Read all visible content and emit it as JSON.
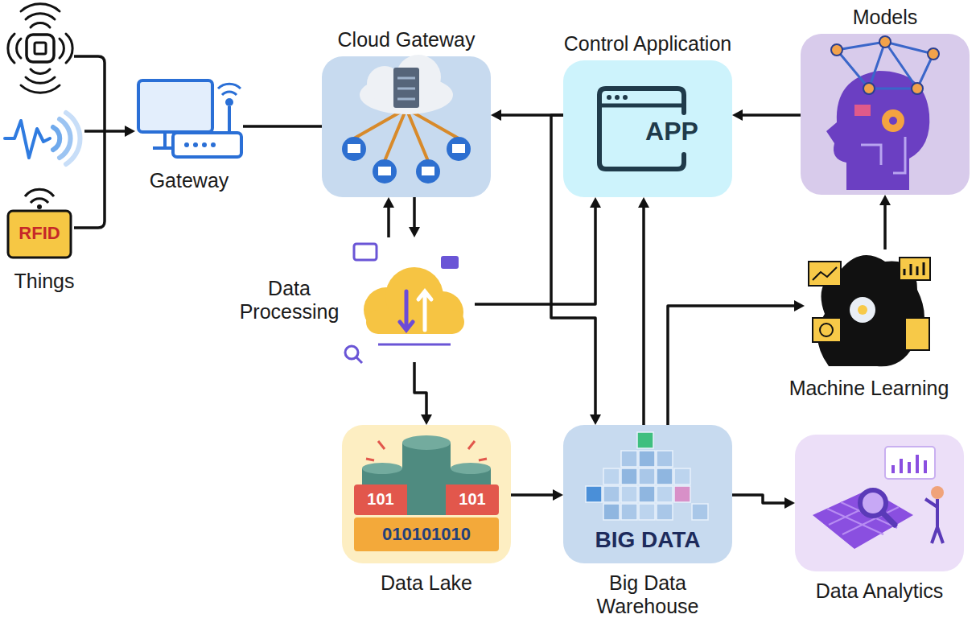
{
  "diagram": {
    "nodes": [
      {
        "text": [
          "Things"
        ]
      },
      {
        "text": [
          "Gateway"
        ]
      },
      {
        "text": [
          "Cloud Gateway"
        ]
      },
      {
        "text": [
          "Control Application"
        ]
      },
      {
        "text": [
          "Models"
        ]
      },
      {
        "text": [
          "Data Processing"
        ]
      },
      {
        "text": [
          "Machine Learning"
        ]
      },
      {
        "text": [
          "Data Lake"
        ]
      },
      {
        "text": [
          "Big Data Warehouse"
        ]
      },
      {
        "text": [
          "Data Analytics"
        ]
      }
    ],
    "edges": [
      {
        "from": 0,
        "to": 1,
        "arrow": "to"
      },
      {
        "from": 1,
        "to": 2,
        "arrow": "none"
      },
      {
        "from": 3,
        "to": 2,
        "arrow": "to"
      },
      {
        "from": 4,
        "to": 3,
        "arrow": "to"
      },
      {
        "from": 2,
        "to": 5,
        "arrow": "to"
      },
      {
        "from": 5,
        "to": 2,
        "arrow": "to"
      },
      {
        "from": 5,
        "to": 3,
        "arrow": "to"
      },
      {
        "from": 5,
        "to": 7,
        "arrow": "to"
      },
      {
        "from": 3,
        "to": 8,
        "arrow": "to"
      },
      {
        "from": 8,
        "to": 3,
        "arrow": "to"
      },
      {
        "from": 8,
        "to": 6,
        "arrow": "to"
      },
      {
        "from": 6,
        "to": 4,
        "arrow": "to"
      },
      {
        "from": 7,
        "to": 8,
        "arrow": "to"
      },
      {
        "from": 8,
        "to": 9,
        "arrow": "to"
      }
    ],
    "labels": [
      "RFID",
      "APP",
      "101",
      "101",
      "010101010",
      "BIG DATA"
    ]
  }
}
